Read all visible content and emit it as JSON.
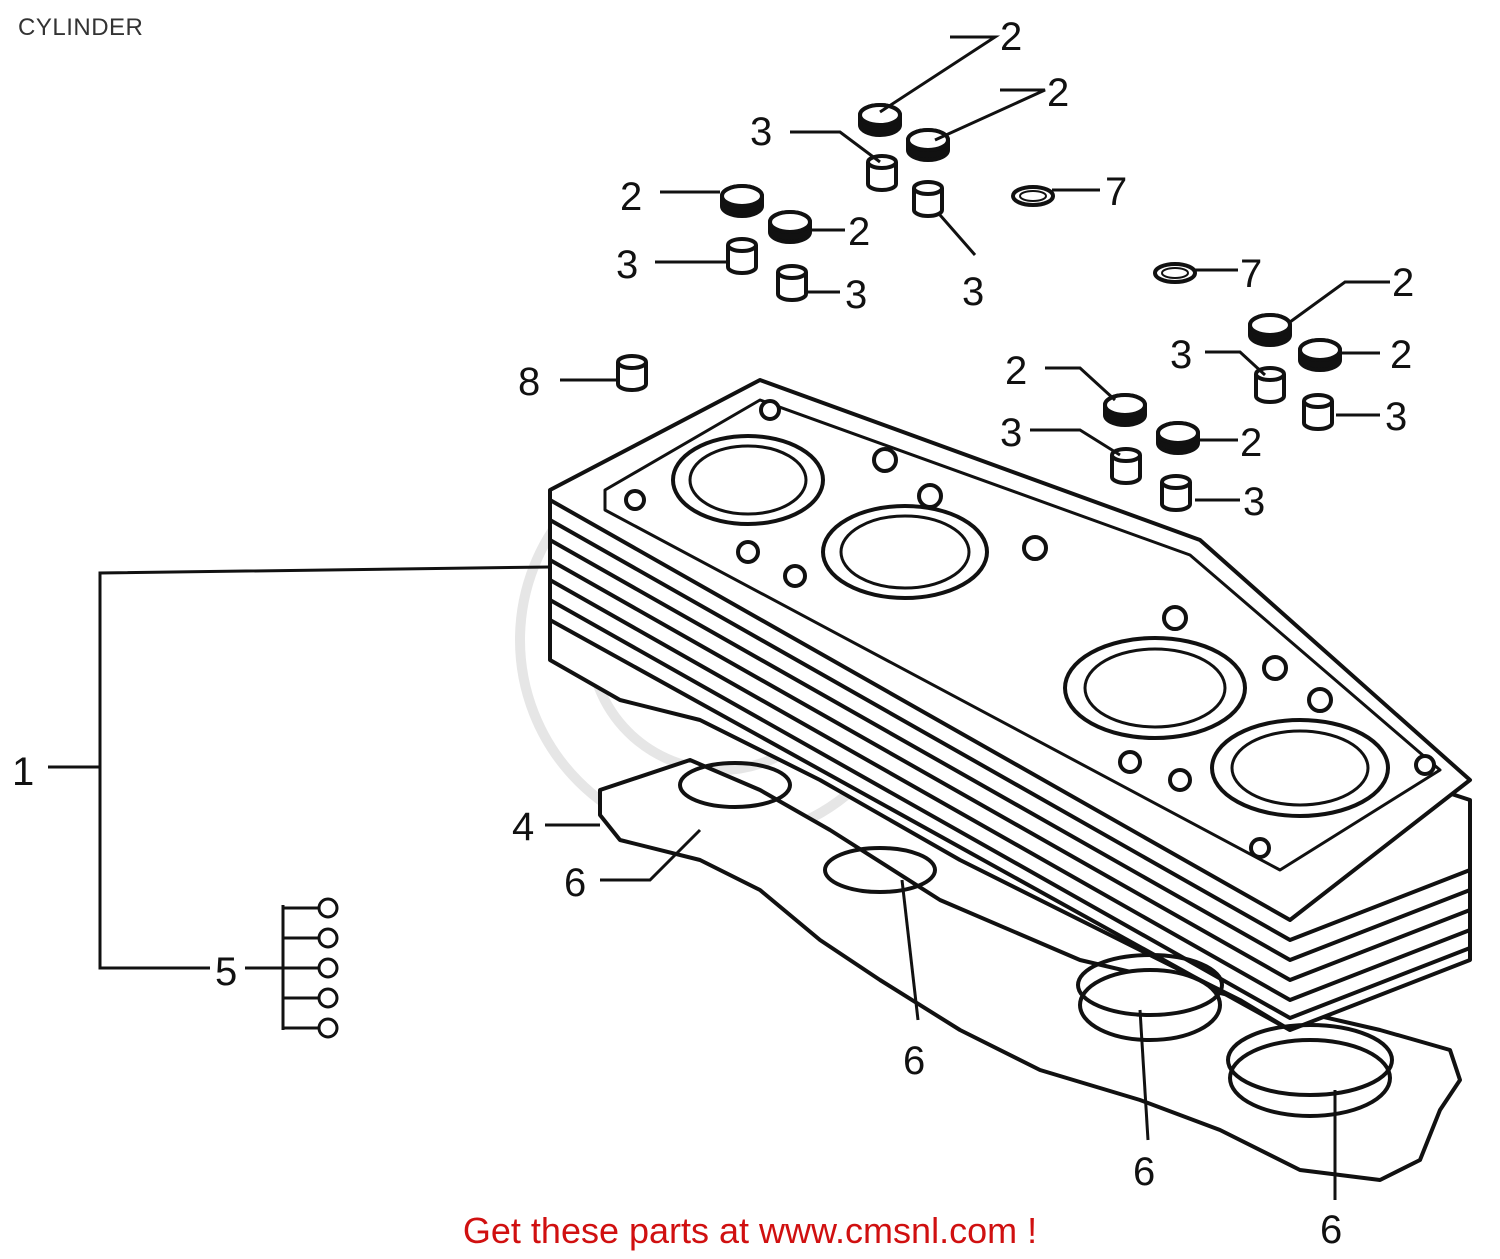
{
  "header": {
    "title": "CYLINDER"
  },
  "callouts": {
    "c1": "1",
    "c2": "2",
    "c3": "3",
    "c4": "4",
    "c5": "5",
    "c6": "6",
    "c7": "7",
    "c8": "8"
  },
  "footer": {
    "text": "Get these parts at www.cmsnl.com !",
    "link_color": "#d01010"
  },
  "colors": {
    "line": "#111111",
    "background": "#ffffff",
    "watermark": "#e6e6e6"
  }
}
